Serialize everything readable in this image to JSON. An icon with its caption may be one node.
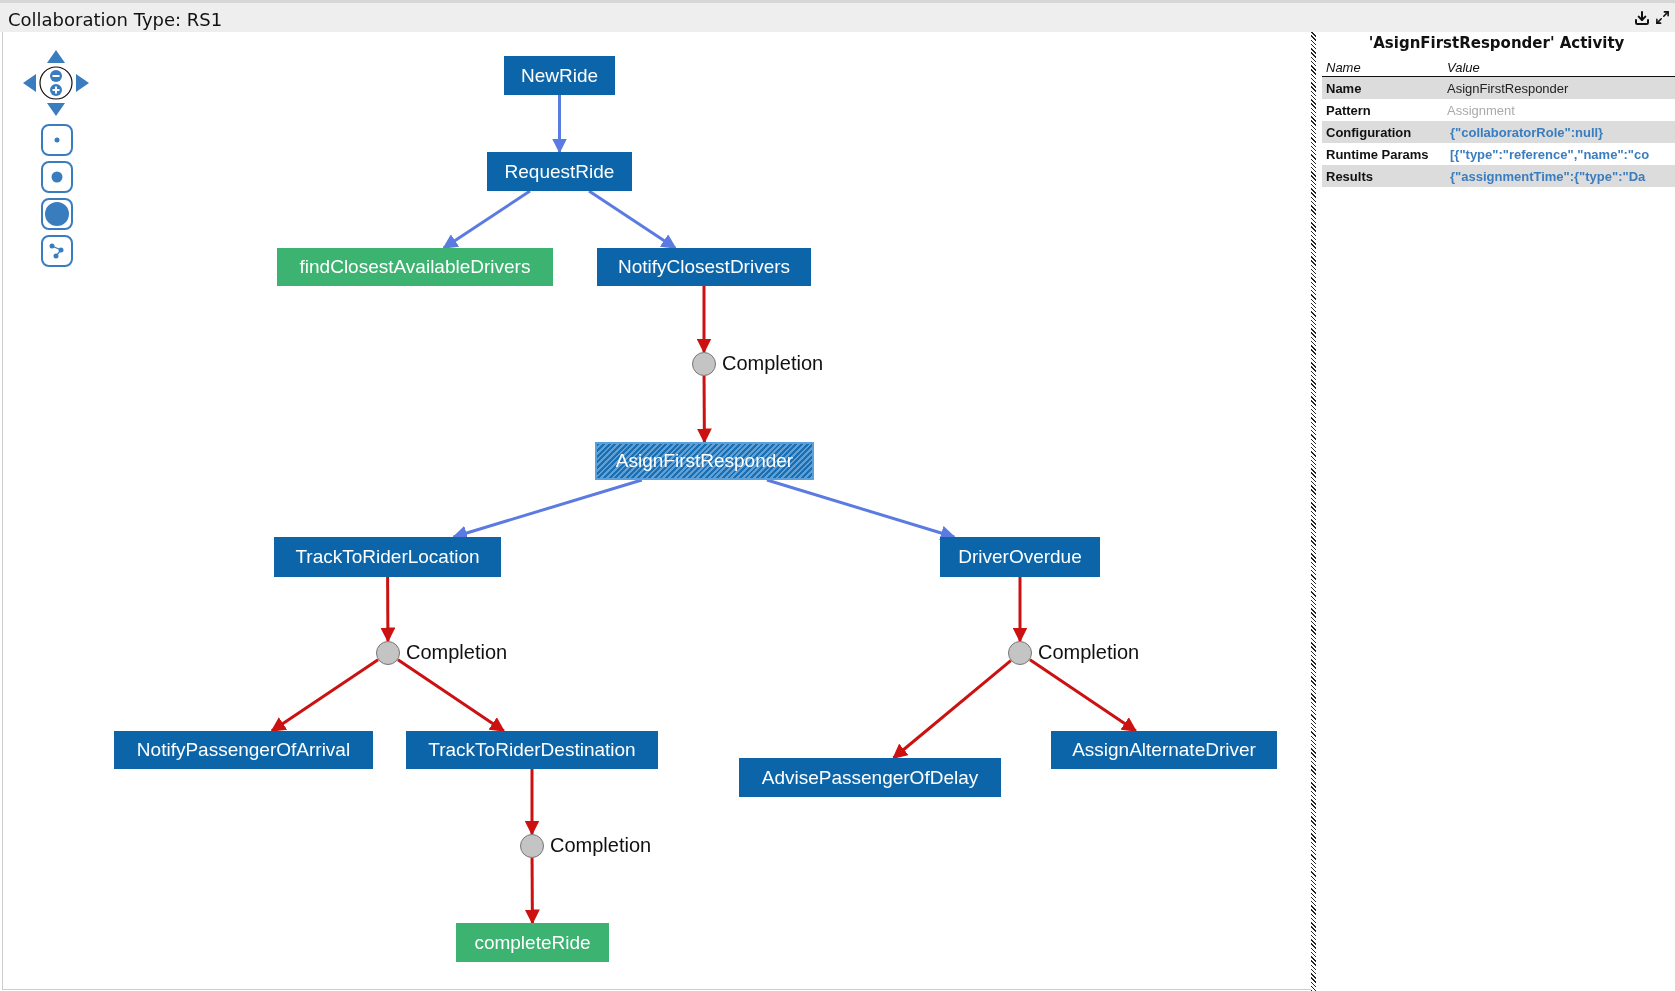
{
  "diagram": {
    "title": "Collaboration Type: RS1",
    "nodes": [
      {
        "text": [
          "NewRide"
        ]
      },
      {
        "text": [
          "RequestRide"
        ]
      },
      {
        "text": [
          "findClosestAvailableDrivers"
        ]
      },
      {
        "text": [
          "NotifyClosestDrivers"
        ]
      },
      {
        "text": [],
        "shape": "circle",
        "beside": [
          "Completion"
        ]
      },
      {
        "text": [
          "AsignFirstResponder"
        ]
      },
      {
        "text": [
          "TrackToRiderLocation"
        ]
      },
      {
        "text": [
          "DriverOverdue"
        ]
      },
      {
        "text": [],
        "shape": "circle",
        "beside": [
          "Completion"
        ]
      },
      {
        "text": [],
        "shape": "circle",
        "beside": [
          "Completion"
        ]
      },
      {
        "text": [
          "NotifyPassengerOfArrival"
        ]
      },
      {
        "text": [
          "TrackToRiderDestination"
        ]
      },
      {
        "text": [
          "AdvisePassengerOfDelay"
        ]
      },
      {
        "text": [
          "AssignAlternateDriver"
        ]
      },
      {
        "text": [],
        "shape": "circle",
        "beside": [
          "Completion"
        ]
      },
      {
        "text": [
          "completeRide"
        ]
      }
    ],
    "edges": [
      {
        "from": 0,
        "to": 1,
        "arrow": "to",
        "color": "#5b7be0"
      },
      {
        "from": 1,
        "to": 2,
        "arrow": "to",
        "color": "#5b7be0"
      },
      {
        "from": 1,
        "to": 3,
        "arrow": "to",
        "color": "#5b7be0"
      },
      {
        "from": 3,
        "to": 4,
        "arrow": "to"
      },
      {
        "from": 4,
        "to": 5,
        "arrow": "to"
      },
      {
        "from": 5,
        "to": 6,
        "arrow": "to",
        "color": "#5b7be0"
      },
      {
        "from": 5,
        "to": 7,
        "arrow": "to",
        "color": "#5b7be0"
      },
      {
        "from": 6,
        "to": 8,
        "arrow": "to"
      },
      {
        "from": 7,
        "to": 9,
        "arrow": "to"
      },
      {
        "from": 8,
        "to": 10,
        "arrow": "to"
      },
      {
        "from": 8,
        "to": 11,
        "arrow": "to"
      },
      {
        "from": 9,
        "to": 12,
        "arrow": "to"
      },
      {
        "from": 9,
        "to": 13,
        "arrow": "to"
      },
      {
        "from": 11,
        "to": 14,
        "arrow": "to"
      },
      {
        "from": 14,
        "to": 15,
        "arrow": "to"
      }
    ],
    "labels": [
      "'AsignFirstResponder' Activity",
      "Name",
      "Value",
      "Name",
      "AsignFirstResponder",
      "Pattern",
      "Assignment",
      "Configuration",
      "{\"collaboratorRole\":null}",
      "Runtime Params",
      "[{\"type\":\"reference\",\"name\":\"co",
      "Results",
      "{\"assignmentTime\":{\"type\":\"Da"
    ]
  }
}
